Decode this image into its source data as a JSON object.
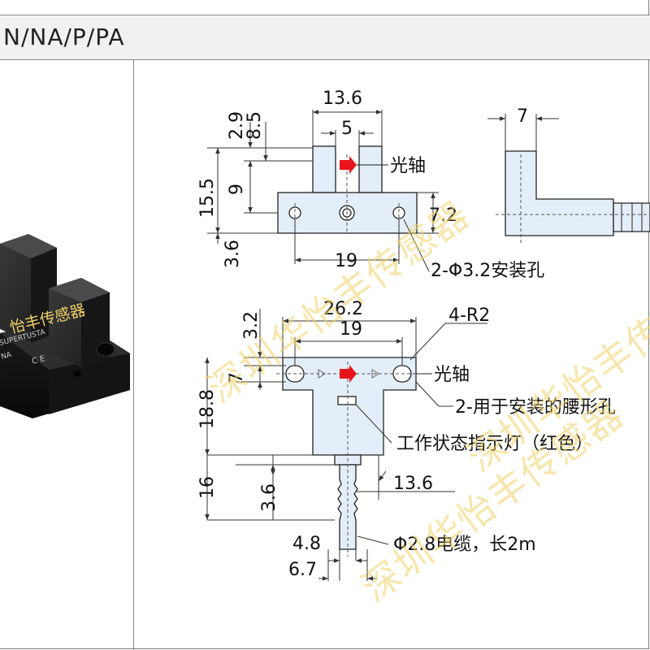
{
  "header": {
    "title": "N/NA/P/PA"
  },
  "photo": {
    "brand": "SUPERTUSTA",
    "watermark": "怡丰传感器",
    "model": "NA"
  },
  "watermarks": [
    "深圳华怡丰传感器",
    "深圳华怡丰传感器",
    "深圳华怡丰传感器"
  ],
  "top_view": {
    "dims": {
      "w_top": "13.6",
      "w_slot": "5",
      "h_2_9": "2.9",
      "h_8_5": "8.5",
      "h_15_5": "15.5",
      "h_9": "9",
      "h_7_2": "7.2",
      "h_3_6": "3.6",
      "w_19": "19"
    },
    "labels": {
      "optical_axis": "光轴",
      "holes": "2-Φ3.2安装孔"
    }
  },
  "side_view": {
    "dims": {
      "w_7": "7"
    }
  },
  "bottom_view": {
    "dims": {
      "w_26_2": "26.2",
      "w_19": "19",
      "h_3_2": "3.2",
      "h_7": "7",
      "r": "4-R2",
      "h_18_8": "18.8",
      "h_16": "16",
      "h_3_6": "3.6",
      "w_13_6": "13.6",
      "w_4_8": "4.8",
      "w_6_7": "6.7"
    },
    "labels": {
      "optical_axis": "光轴",
      "slots": "2-用于安装的腰形孔",
      "indicator": "工作状态指示灯（红色）",
      "cable": "Φ2.8电缆，长2m"
    }
  },
  "colors": {
    "body_fill": "#e4eef8",
    "arrow_red": "#e8141c",
    "line": "#222222",
    "dim_line": "#444444"
  }
}
